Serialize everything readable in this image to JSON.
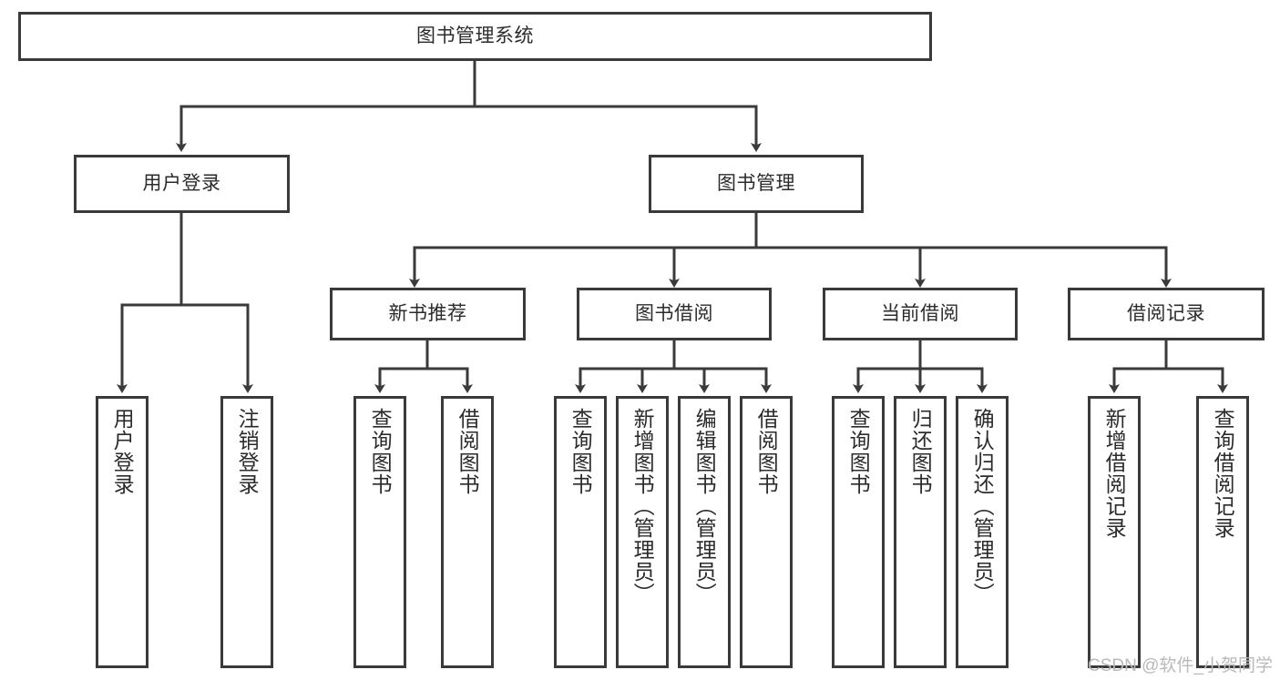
{
  "diagram": {
    "type": "tree-hierarchy",
    "title": "图书管理系统",
    "watermark": "CSDN @软件_小贺同学",
    "colors": {
      "box_stroke": "#3a3a3a",
      "box_fill": "#ffffff",
      "text": "#2b2b2b",
      "connector": "#3a3a3a",
      "watermark": "#b9b9b9",
      "background": "#ffffff"
    },
    "nodes": {
      "root": {
        "label": "图书管理系统"
      },
      "level2": [
        {
          "id": "user-login",
          "label": "用户登录"
        },
        {
          "id": "book-management",
          "label": "图书管理"
        }
      ],
      "level3": [
        {
          "id": "new-book-recommend",
          "label": "新书推荐"
        },
        {
          "id": "book-borrow",
          "label": "图书借阅"
        },
        {
          "id": "current-borrow",
          "label": "当前借阅"
        },
        {
          "id": "borrow-record",
          "label": "借阅记录"
        }
      ],
      "leaves": {
        "user-login": [
          {
            "id": "leaf-user-login",
            "label": "用户登录"
          },
          {
            "id": "leaf-logout-login",
            "label": "注销登录"
          }
        ],
        "new-book-recommend": [
          {
            "id": "leaf-query-book-1",
            "label": "查询图书"
          },
          {
            "id": "leaf-borrow-book-1",
            "label": "借阅图书"
          }
        ],
        "book-borrow": [
          {
            "id": "leaf-query-book-2",
            "label": "查询图书"
          },
          {
            "id": "leaf-add-book-admin",
            "label": "新增图书（管理员）"
          },
          {
            "id": "leaf-edit-book-admin",
            "label": "编辑图书（管理员）"
          },
          {
            "id": "leaf-borrow-book-2",
            "label": "借阅图书"
          }
        ],
        "current-borrow": [
          {
            "id": "leaf-query-book-3",
            "label": "查询图书"
          },
          {
            "id": "leaf-return-book",
            "label": "归还图书"
          },
          {
            "id": "leaf-confirm-return-admin",
            "label": "确认归还（管理员）"
          }
        ],
        "borrow-record": [
          {
            "id": "leaf-add-borrow-record",
            "label": "新增借阅记录"
          },
          {
            "id": "leaf-query-borrow-record",
            "label": "查询借阅记录"
          }
        ]
      }
    }
  }
}
